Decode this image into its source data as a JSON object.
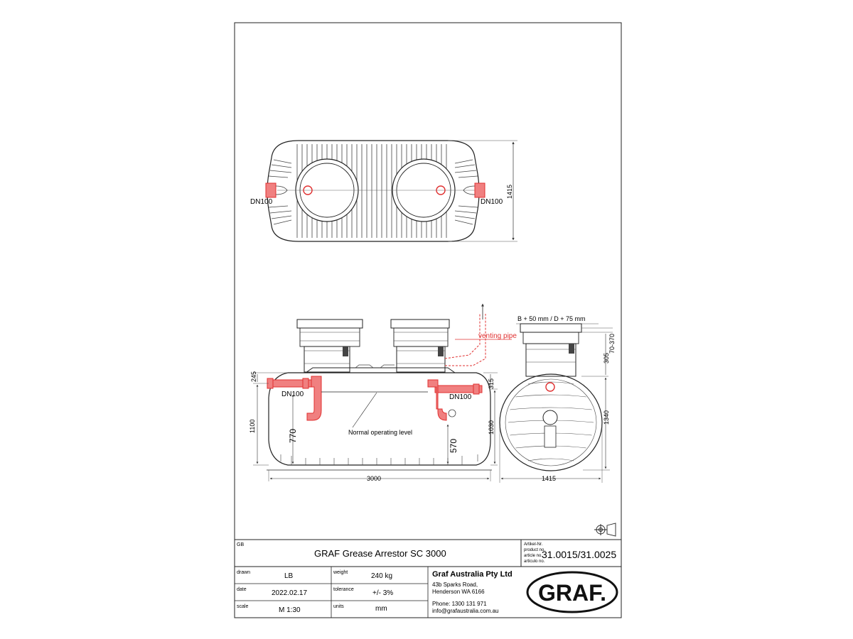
{
  "drawing": {
    "top_view": {
      "left_label": "DN100",
      "right_label": "DN100",
      "width_dim": "1415"
    },
    "side_view": {
      "inlet_label": "DN100",
      "outlet_label": "DN100",
      "venting_label": "venting pipe",
      "operating_label": "Normal operating level",
      "dims": {
        "d245": "245",
        "d1100": "1100",
        "d770": "770",
        "d570": "570",
        "d1030": "1030",
        "d315": "315",
        "d3000": "3000"
      }
    },
    "end_view": {
      "cover_note": "B + 50 mm / D + 75 mm",
      "dims": {
        "d70_370": "70-370",
        "d305": "305",
        "d1340": "1340",
        "d1415": "1415"
      }
    }
  },
  "title_block": {
    "lang": "GB",
    "title": "GRAF Grease Arrestor SC 3000",
    "article_labels": [
      "Artikel-Nr.",
      "product no.",
      "article no.",
      "articulo no."
    ],
    "article_no": "31.0015/31.0025",
    "rows": [
      {
        "label": "drawn",
        "value": "LB",
        "label2": "weight",
        "value2": "240 kg"
      },
      {
        "label": "date",
        "value": "2022.02.17",
        "label2": "tolerance",
        "value2": "+/- 3%"
      },
      {
        "label": "scale",
        "value": "M 1:30",
        "label2": "units",
        "value2": "mm"
      }
    ],
    "company": {
      "name": "Graf Australia Pty Ltd",
      "address1": "43b Sparks Road,",
      "address2": "Henderson WA 6166",
      "phone": "Phone: 1300 131 971",
      "email": "info@grafaustralia.com.au"
    },
    "logo_text": "GRAF."
  },
  "colors": {
    "line": "#222222",
    "accent": "#e03030",
    "dim": "#333333"
  }
}
